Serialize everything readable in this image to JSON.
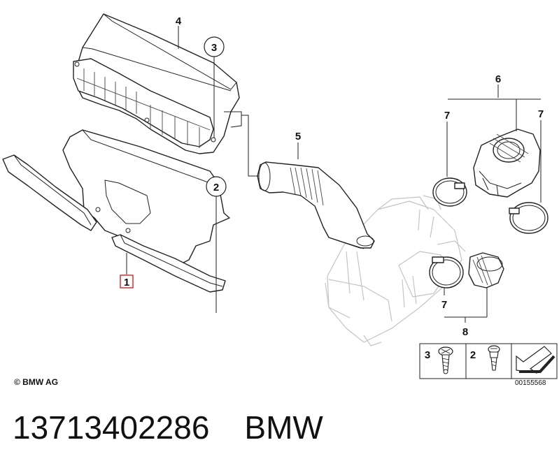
{
  "callouts": {
    "c1": "1",
    "c2": "2",
    "c3": "3",
    "c4": "4",
    "c5": "5",
    "c6": "6",
    "c7a": "7",
    "c7b": "7",
    "c7c": "7",
    "c8": "8"
  },
  "legend": {
    "item_3": "3",
    "item_2": "2"
  },
  "colors": {
    "highlight_box": "#e02020",
    "line": "#222222",
    "ghost_parts": "#c4c4c4"
  },
  "copyright": "© BMW AG",
  "doc_id": "00155568",
  "footer": {
    "part_number": "13713402286",
    "brand": "BMW"
  }
}
